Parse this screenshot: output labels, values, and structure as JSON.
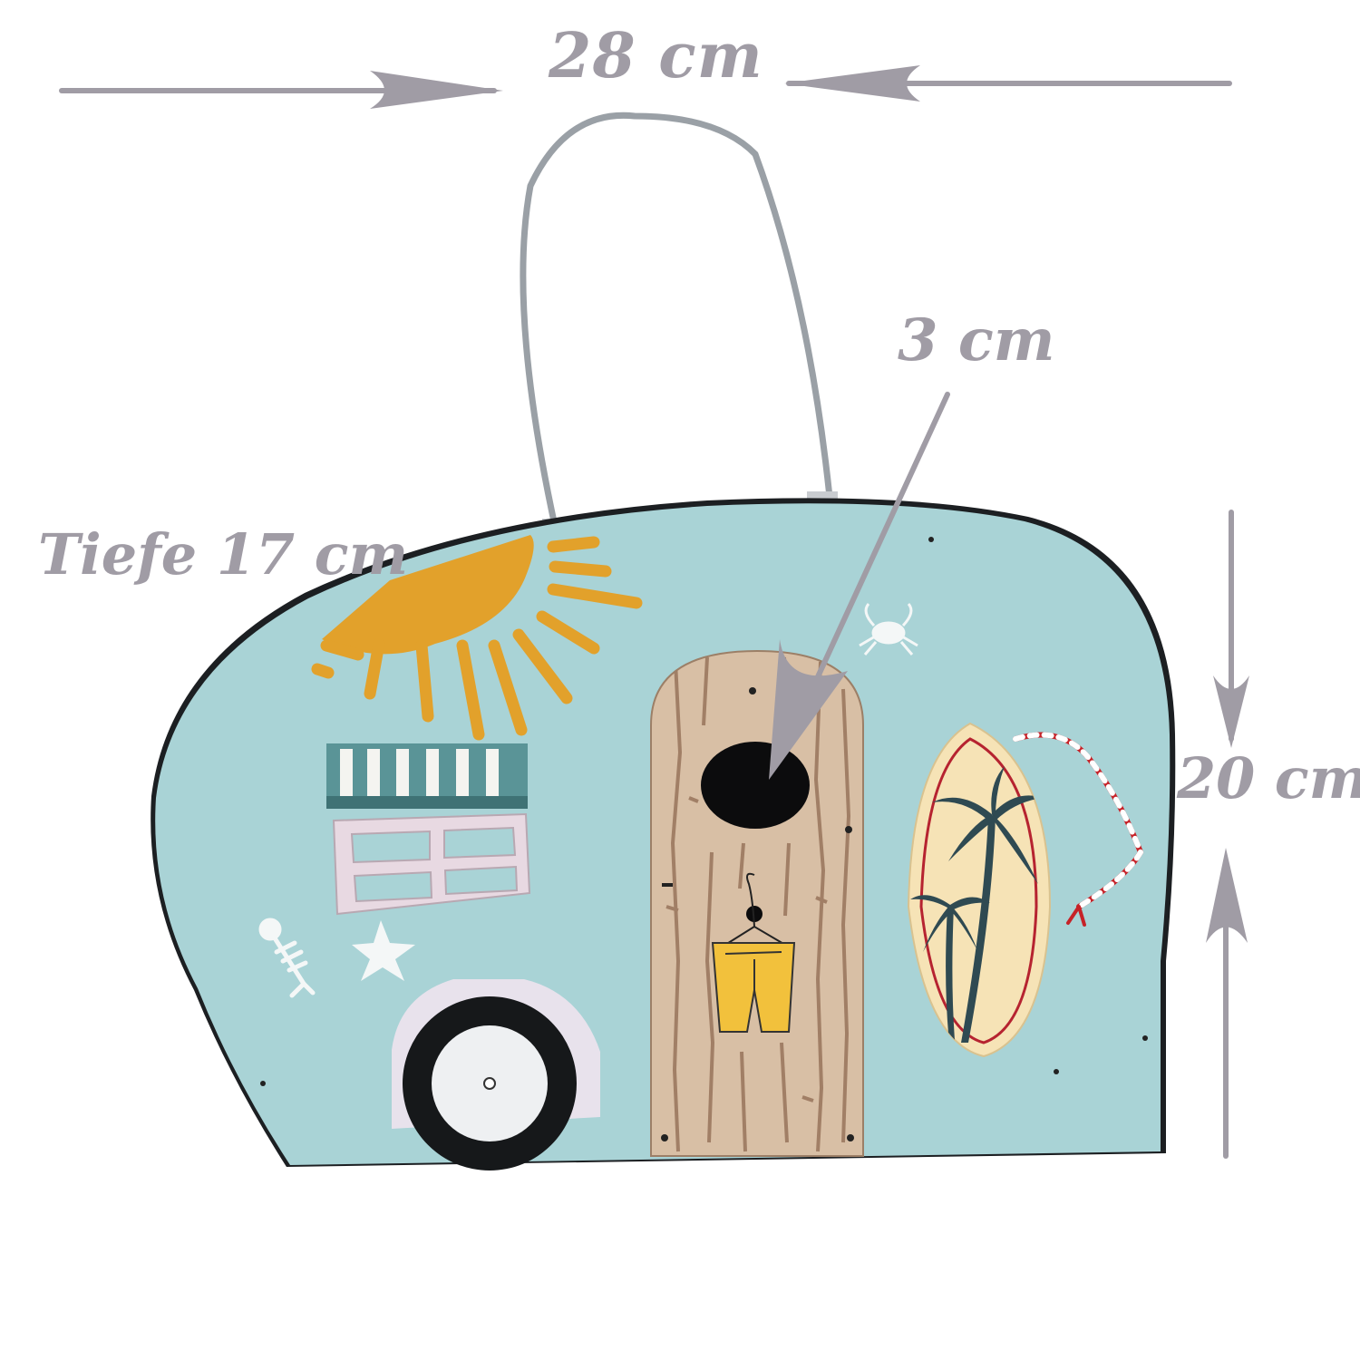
{
  "dimensions": {
    "width_label": "28 cm",
    "hole_label": "3 cm",
    "depth_label": "Tiefe 17 cm",
    "height_label": "20 cm"
  },
  "colors": {
    "arrow": "#a09ca5",
    "caravan_body": "#a9d3d6",
    "sun": "#e2a12b",
    "door_wood": "#d8bfa5",
    "awning_stripe": "#5a9497",
    "window_frame": "#e8d9e2",
    "surfboard": "#f6e3b6",
    "palm": "#2f4a52",
    "swim_trunks": "#f2c13c"
  },
  "icons": [
    "sun-icon",
    "crab-icon",
    "fish-skeleton-icon",
    "starfish-icon",
    "palm-tree-icon",
    "swim-trunks-icon",
    "hanger-icon"
  ]
}
